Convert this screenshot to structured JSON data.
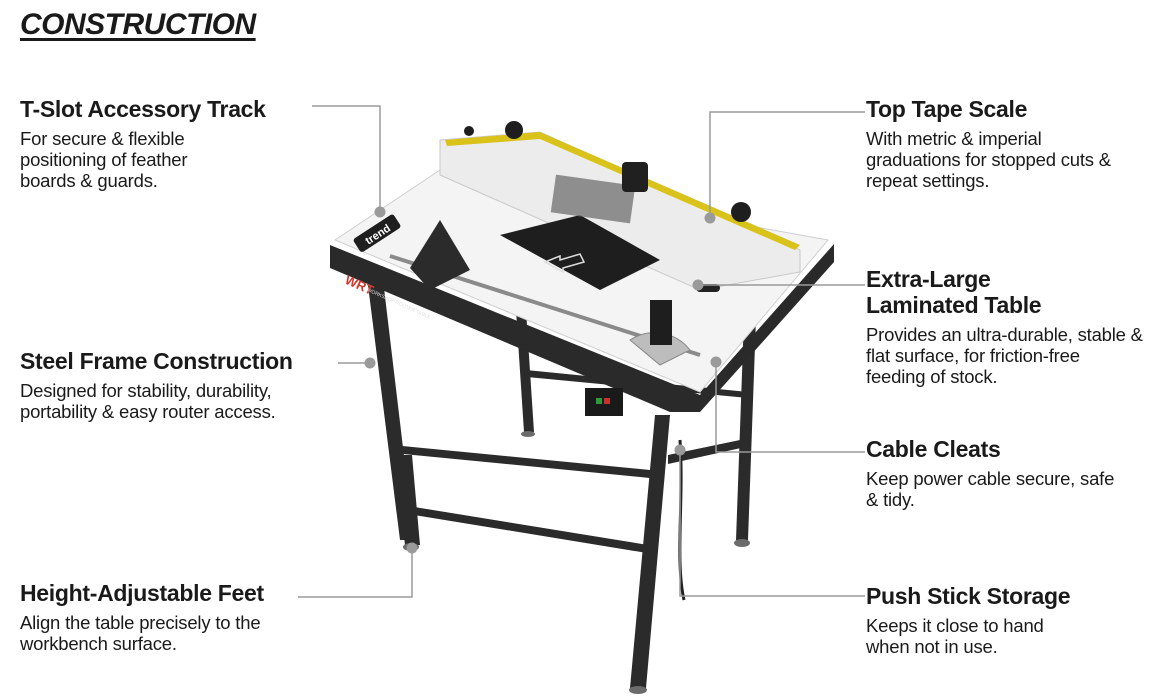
{
  "heading": "CONSTRUCTION",
  "callouts": {
    "tslot": {
      "title": "T-Slot Accessory Track",
      "desc": "For secure & flexible positioning of feather boards & guards."
    },
    "tape": {
      "title": "Top Tape Scale",
      "desc": "With metric & imperial graduations for stopped cuts & repeat settings."
    },
    "table": {
      "title": "Extra-Large\nLaminated Table",
      "desc": "Provides an ultra-durable, stable & flat surface, for friction-free feeding of stock."
    },
    "steel": {
      "title": "Steel Frame Construction",
      "desc": "Designed for stability, durability, portability & easy router access."
    },
    "cable": {
      "title": "Cable Cleats",
      "desc": "Keep power cable secure, safe & tidy."
    },
    "feet": {
      "title": "Height-Adjustable Feet",
      "desc": "Align the table precisely to the workbench surface."
    },
    "push": {
      "title": "Push Stick Storage",
      "desc": "Keeps it close to hand when not in use."
    }
  },
  "product": {
    "brand": "trend",
    "model": "WRT",
    "model_sub": "WORKSHOP ROUTER TABLE"
  },
  "colors": {
    "leader": "#9a9a9a",
    "frame": "#2b2b2b",
    "table_top": "#f4f4f4",
    "tape": "#d9c21a",
    "insert": "#1e1e1e"
  }
}
